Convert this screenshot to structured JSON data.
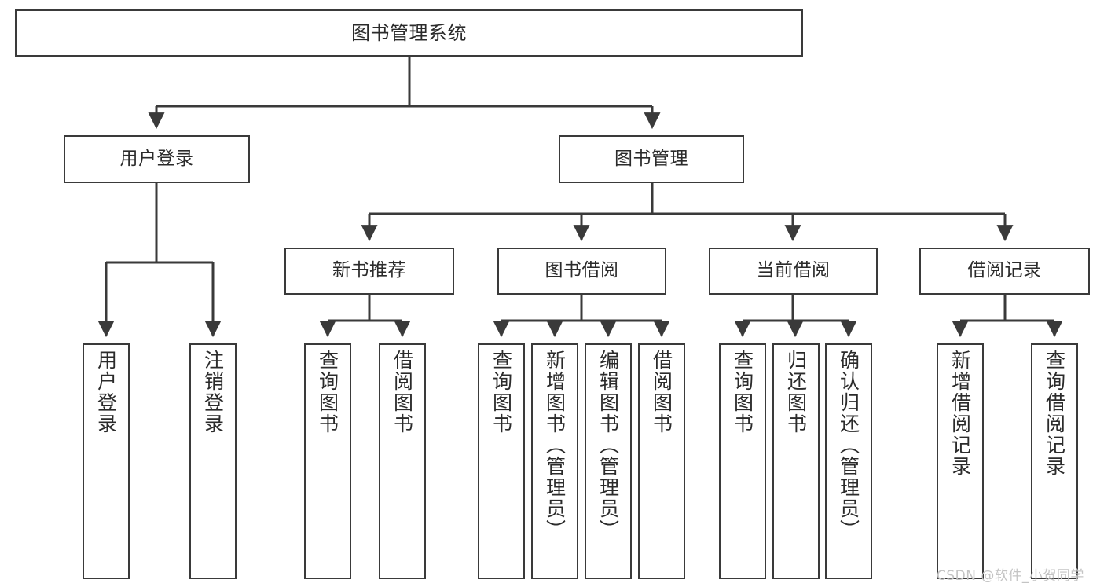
{
  "diagram": {
    "title": "图书管理系统",
    "watermark": "CSDN @软件_小贺同学",
    "colors": {
      "background": "#ffffff",
      "node_border": "#3a3a3a",
      "node_fill": "#ffffff",
      "text": "#2b2b2b",
      "connector": "#3a3a3a",
      "watermark": "#c4c4c4"
    },
    "root": {
      "label": "图书管理系统"
    },
    "level2": [
      {
        "label": "用户登录"
      },
      {
        "label": "图书管理"
      }
    ],
    "level3": [
      {
        "label": "新书推荐"
      },
      {
        "label": "图书借阅"
      },
      {
        "label": "当前借阅"
      },
      {
        "label": "借阅记录"
      }
    ],
    "leaves": {
      "user_login": [
        {
          "label": "用户登录"
        },
        {
          "label": "注销登录"
        }
      ],
      "new_book": [
        {
          "label": "查询图书"
        },
        {
          "label": "借阅图书"
        }
      ],
      "book_borrow": [
        {
          "label": "查询图书"
        },
        {
          "label": "新增图书（管理员）"
        },
        {
          "label": "编辑图书（管理员）"
        },
        {
          "label": "借阅图书"
        }
      ],
      "current_borrow": [
        {
          "label": "查询图书"
        },
        {
          "label": "归还图书"
        },
        {
          "label": "确认归还（管理员）"
        }
      ],
      "borrow_record": [
        {
          "label": "新增借阅记录"
        },
        {
          "label": "查询借阅记录"
        }
      ]
    }
  }
}
